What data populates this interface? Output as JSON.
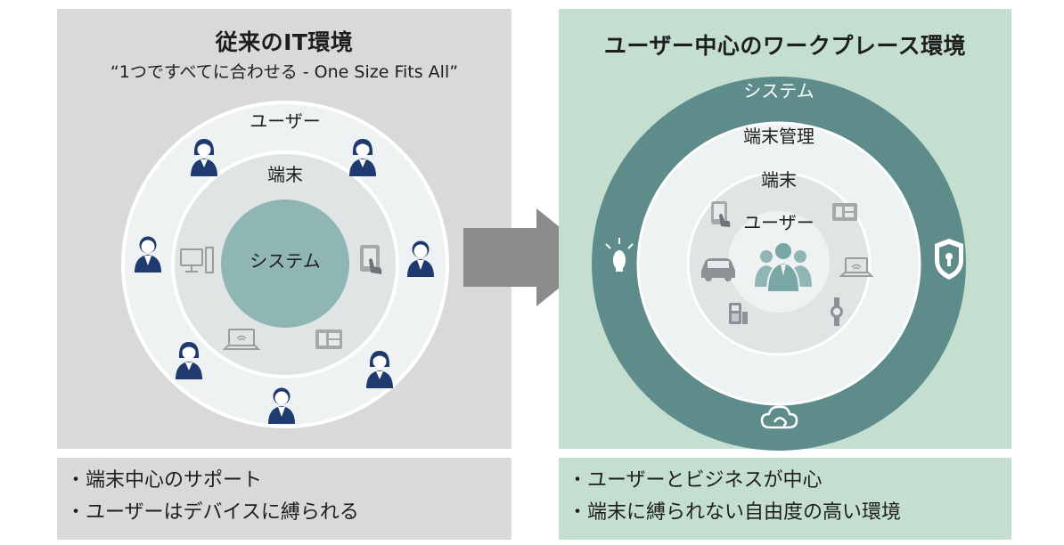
{
  "left": {
    "title": "従来のIT環境",
    "subtitle": "“1つですべてに合わせる - One Size Fits All”",
    "ring_outer_label": "ユーザー",
    "ring_middle_label": "端末",
    "core_label": "システム",
    "bullets": [
      "・端末中心のサポート",
      "・ユーザーはデバイスに縛られる"
    ]
  },
  "right": {
    "title": "ユーザー中心のワークプレース環境",
    "ring_outer_label": "システム",
    "ring_second_label": "端末管理",
    "ring_third_label": "端末",
    "core_label": "ユーザー",
    "bullets": [
      "・ユーザーとビジネスが中心",
      "・端末に縛られない自由度の高い環境"
    ]
  },
  "colors": {
    "left_panel_bg": "#d7d9da",
    "right_panel_bg": "#c4dfcf",
    "core_teal": "#8fb5b4",
    "dark_teal": "#5e8c8b",
    "user_icon_navy": "#1f3a6e",
    "arrow_gray": "#8c8c8c"
  },
  "icons": {
    "left_users": [
      "user-female-icon",
      "user-female-icon",
      "user-male-icon",
      "user-male-icon",
      "user-female-icon",
      "user-female-icon",
      "user-male-icon"
    ],
    "left_devices": [
      "desktop-icon",
      "tablet-icon",
      "laptop-icon",
      "pos-terminal-icon"
    ],
    "right_outer": [
      "lightbulb-icon",
      "shield-lock-icon",
      "cloud-icon"
    ],
    "right_devices": [
      "tablet-icon",
      "pos-terminal-icon",
      "car-icon",
      "laptop-icon",
      "payment-terminal-icon",
      "watch-icon"
    ],
    "right_core": "user-group-icon"
  }
}
